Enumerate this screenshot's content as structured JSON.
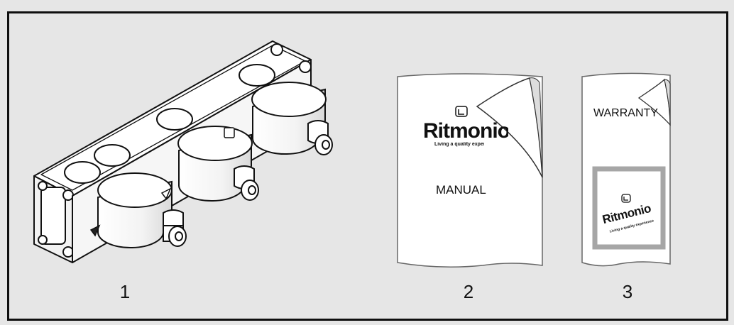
{
  "items": [
    {
      "number": "1"
    },
    {
      "number": "2",
      "sheet_title": "MANUAL",
      "brand": "Ritmonio",
      "slogan": "Living a quality experience"
    },
    {
      "number": "3",
      "sheet_title": "WARRANTY",
      "brand": "Ritmonio",
      "slogan": "Living a quality experience"
    }
  ],
  "colors": {
    "background": "#e6e6e6",
    "line": "#111111",
    "stamp_border": "#a6a6a6"
  },
  "icons": [
    "mixer-body-drawing",
    "logo-mark-icon",
    "page-curl-icon"
  ]
}
